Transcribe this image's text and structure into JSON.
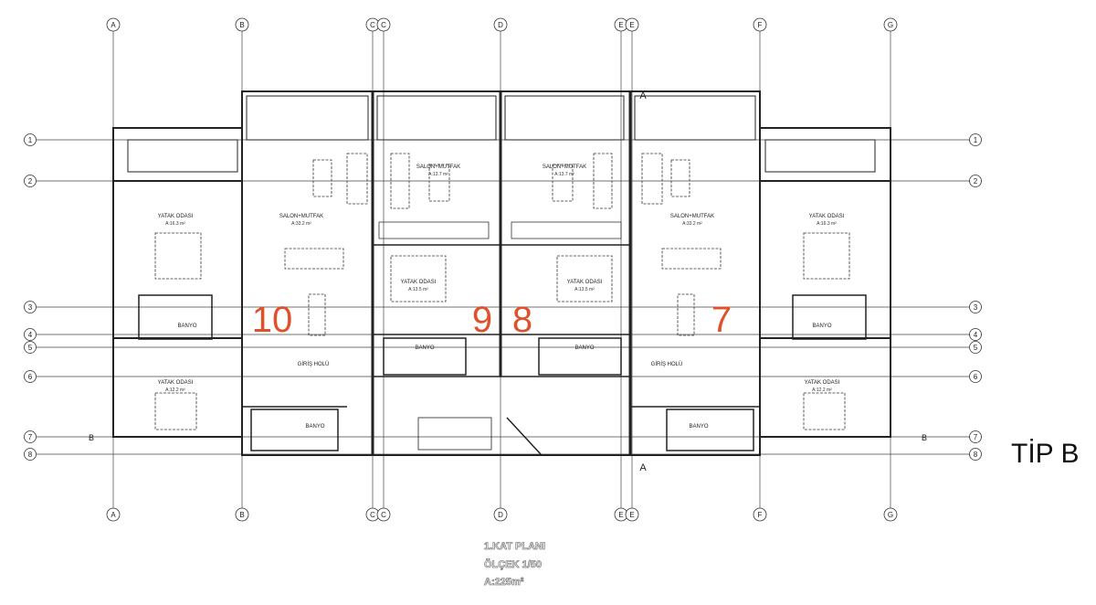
{
  "drawing": {
    "type_label": "TİP B",
    "title": "1.KAT PLANI",
    "scale": "ÖLÇEK 1/50",
    "area": "A:225m²",
    "section_mark": "A",
    "section_mark_b": "B"
  },
  "grid": {
    "columns": [
      "A",
      "B",
      "C",
      "C",
      "D",
      "E",
      "E",
      "F",
      "G"
    ],
    "rows": [
      "1",
      "2",
      "3",
      "4",
      "5",
      "6",
      "7",
      "8"
    ]
  },
  "units": [
    "10",
    "9",
    "8",
    "7"
  ],
  "rooms": {
    "salon_mutfak": "SALON+MUTFAK",
    "yatak_odasi": "YATAK ODASI",
    "banyo": "BANYO",
    "giris_holu": "GİRİŞ HOLÜ",
    "area_salon_outer": "A:33.2 m²",
    "area_salon_inner": "A:13.7 m²",
    "area_yatak_outer": "A:16.3 m²",
    "area_yatak_inner": "A:13.5 m²",
    "area_yatak_lower": "A:12.2 m²"
  },
  "colors": {
    "unit_numbers": "#e0502a",
    "lines": "#222222"
  }
}
